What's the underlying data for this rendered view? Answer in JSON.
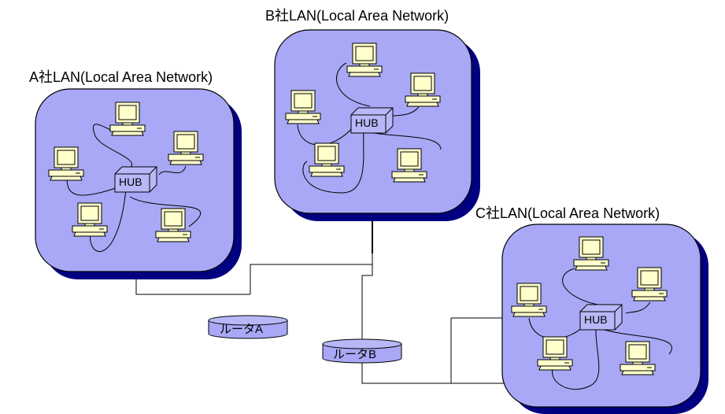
{
  "networks": {
    "a": {
      "label": "A社LAN(Local Area Network)",
      "hub": "HUB"
    },
    "b": {
      "label": "B社LAN(Local Area Network)",
      "hub": "HUB"
    },
    "c": {
      "label": "C社LAN(Local Area Network)",
      "hub": "HUB"
    }
  },
  "routers": {
    "a": {
      "label": "ルータA"
    },
    "b": {
      "label": "ルータB"
    }
  },
  "colors": {
    "panel": "#a8a8f6",
    "shadow": "#000080",
    "computer": "#ffffcc",
    "hub": "#b8b8f8"
  }
}
